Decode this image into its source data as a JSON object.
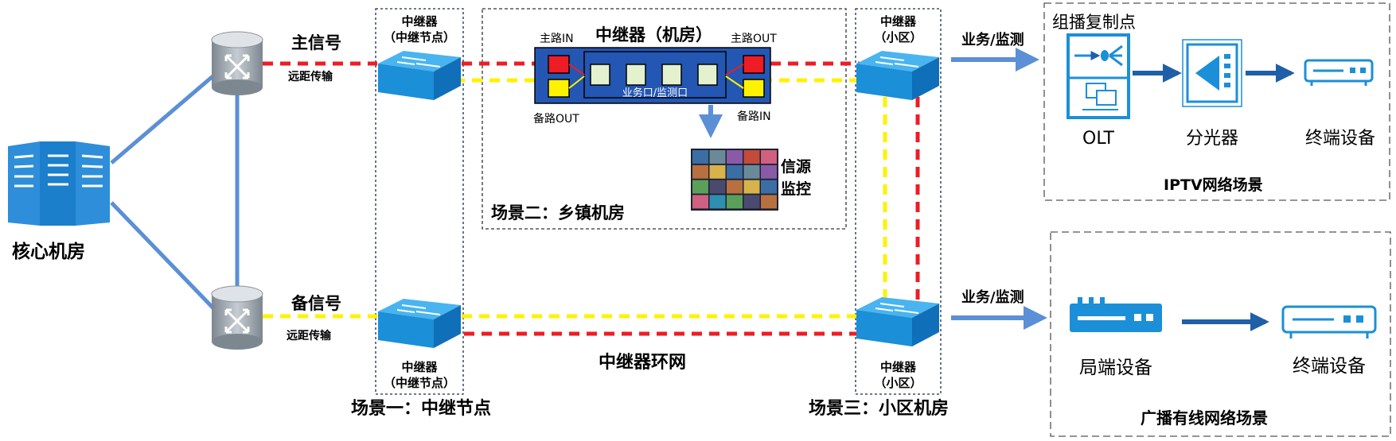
{
  "core": {
    "label": "核心机房"
  },
  "router_top": {
    "signal": "主信号",
    "sub": "远距传输"
  },
  "router_bottom": {
    "signal": "备信号",
    "sub": "远距传输"
  },
  "scene1": {
    "label": "场景一：中继节点",
    "top_title": "中继器",
    "top_sub": "（中继节点）",
    "bottom_title": "中继器",
    "bottom_sub": "（中继节点）"
  },
  "ring": {
    "label": "中继器环网"
  },
  "scene2": {
    "label": "场景二：乡镇机房",
    "title": "中继器（机房）",
    "main_in": "主路IN",
    "main_out": "主路OUT",
    "backup_out": "备路OUT",
    "backup_in": "备路IN",
    "ports": "业务口/监测口",
    "monitor_line1": "信源",
    "monitor_line2": "监控"
  },
  "scene3": {
    "label": "场景三：小区机房",
    "top_title": "中继器",
    "top_sub": "（小区）",
    "bottom_title": "中继器",
    "bottom_sub": "（小区）"
  },
  "arrows": {
    "top": "业务/监测",
    "bottom": "业务/监测"
  },
  "iptv": {
    "label": "IPTV网络场景",
    "multicast": "组播复制点",
    "olt": "OLT",
    "splitter": "分光器",
    "terminal": "终端设备"
  },
  "broadcast": {
    "label": "广播有线网络场景",
    "headend": "局端设备",
    "terminal": "终端设备"
  },
  "colors": {
    "main_signal": "#ee1c24",
    "backup_signal": "#fff200",
    "link_blue": "#5b8fd6",
    "device_blue": "#1b8fd8",
    "router_gray": "#9aa3ab"
  }
}
